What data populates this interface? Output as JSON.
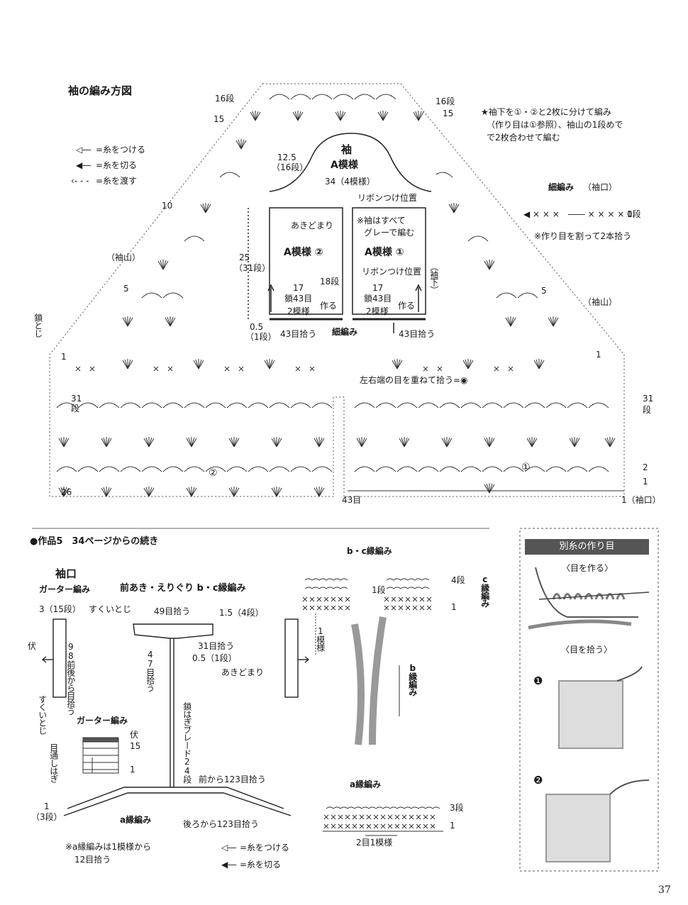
{
  "sleeve": {
    "title": "袖の編み方図",
    "legend": {
      "attach": "=糸をつける",
      "cut": "=糸を切る",
      "carry": "=糸を渡す"
    },
    "rows_left": [
      "16段",
      "15",
      "10",
      "5",
      "1",
      "31",
      "段",
      "26"
    ],
    "rows_right": [
      "16段",
      "15",
      "5",
      "1",
      "31",
      "段",
      "2",
      "1"
    ],
    "sleeve_cap_left": "（袖山）",
    "sleeve_cap_right": "（袖山）",
    "chain_join": "鎖とじ",
    "note": [
      "★袖下を①・②と2枚に分けて編み",
      "（作り目は①参照）、袖山の1段めで",
      "で2枚合わせて編む"
    ],
    "edge": {
      "title": "細編み",
      "title_sub": "（袖口）",
      "row": "1段",
      "note": "※作り目を割って2本拾う"
    },
    "schematic": {
      "name": "袖",
      "pattern": "A模様",
      "cap_rows": "12.5",
      "cap_rows2": "（16段）",
      "cap_width": "34（4模様）",
      "ribbon_top": "リボンつけ位置",
      "opening_end": "あきどまり",
      "all_grey": "※袖はすべて",
      "all_grey2": "グレーで編む",
      "panel2": "A模様 ②",
      "panel1": "A模様 ①",
      "length": "25",
      "length_rows": "（31段）",
      "ribbon_side": "リボンつけ位置",
      "rows18": "18段",
      "underarm": "（袖下）",
      "w17a": "17",
      "chain43a": "鎖43目",
      "rep2a": "2模様",
      "make_a": "作る",
      "w17b": "17",
      "chain43b": "鎖43目",
      "rep2b": "2模様",
      "make_b": "作る",
      "hem": "0.5",
      "hem_rows": "（1段）",
      "pick43a": "43目拾う",
      "pick43b": "43目拾う",
      "sc": "細編み"
    },
    "overlap_note": "左右端の目を重ねて拾う=◉",
    "mark2": "②",
    "mark1": "①",
    "count43": "43目",
    "cuff_label": "1（袖口）"
  },
  "section2": {
    "heading": "●作品5　34ページからの続き",
    "cuff": "袖口",
    "garter": "ガーター編み",
    "front_title": "前あき・えりぐり b・c縁編み",
    "rows3": "3（15段）",
    "sukui": "すくいとじ",
    "pick49": "49目拾う",
    "w15": "1.5（4段）",
    "bind": "伏",
    "pick98": "98前後から目拾う",
    "pick31": "31目拾う",
    "w05": "0.5（1段）",
    "pick47": "47目拾う",
    "open_end": "あきどまり",
    "braid": "鎖はぎブレード24段",
    "sukui2": "すくいとじ",
    "garter2": "ガーター編み",
    "bind2": "伏",
    "r15": "15",
    "r1": "1",
    "me_toshi": "目通しはぎ",
    "front123": "前から123目拾う",
    "back123": "後ろから123目拾う",
    "a_edge": "a縁編み",
    "left1": "1",
    "left1b": "（3段）",
    "note_a1": "※a縁編みは1模様から",
    "note_a2": "12目拾う",
    "leg_attach": "=糸をつける",
    "leg_cut": "=糸を切る"
  },
  "bc": {
    "title": "b・c縁編み",
    "r4": "4段",
    "r1": "1",
    "r1b": "1段",
    "c_label": "c縁編み",
    "rep": "1模様",
    "b_label": "b縁編み"
  },
  "a_edge": {
    "title": "a縁編み",
    "r3": "3段",
    "r1": "1",
    "rep": "2目1模様"
  },
  "provisional": {
    "title": "別糸の作り目",
    "make": "〈目を作る〉",
    "pick": "〈目を拾う〉",
    "step1": "❶",
    "step2": "❷"
  },
  "page_number": "37"
}
